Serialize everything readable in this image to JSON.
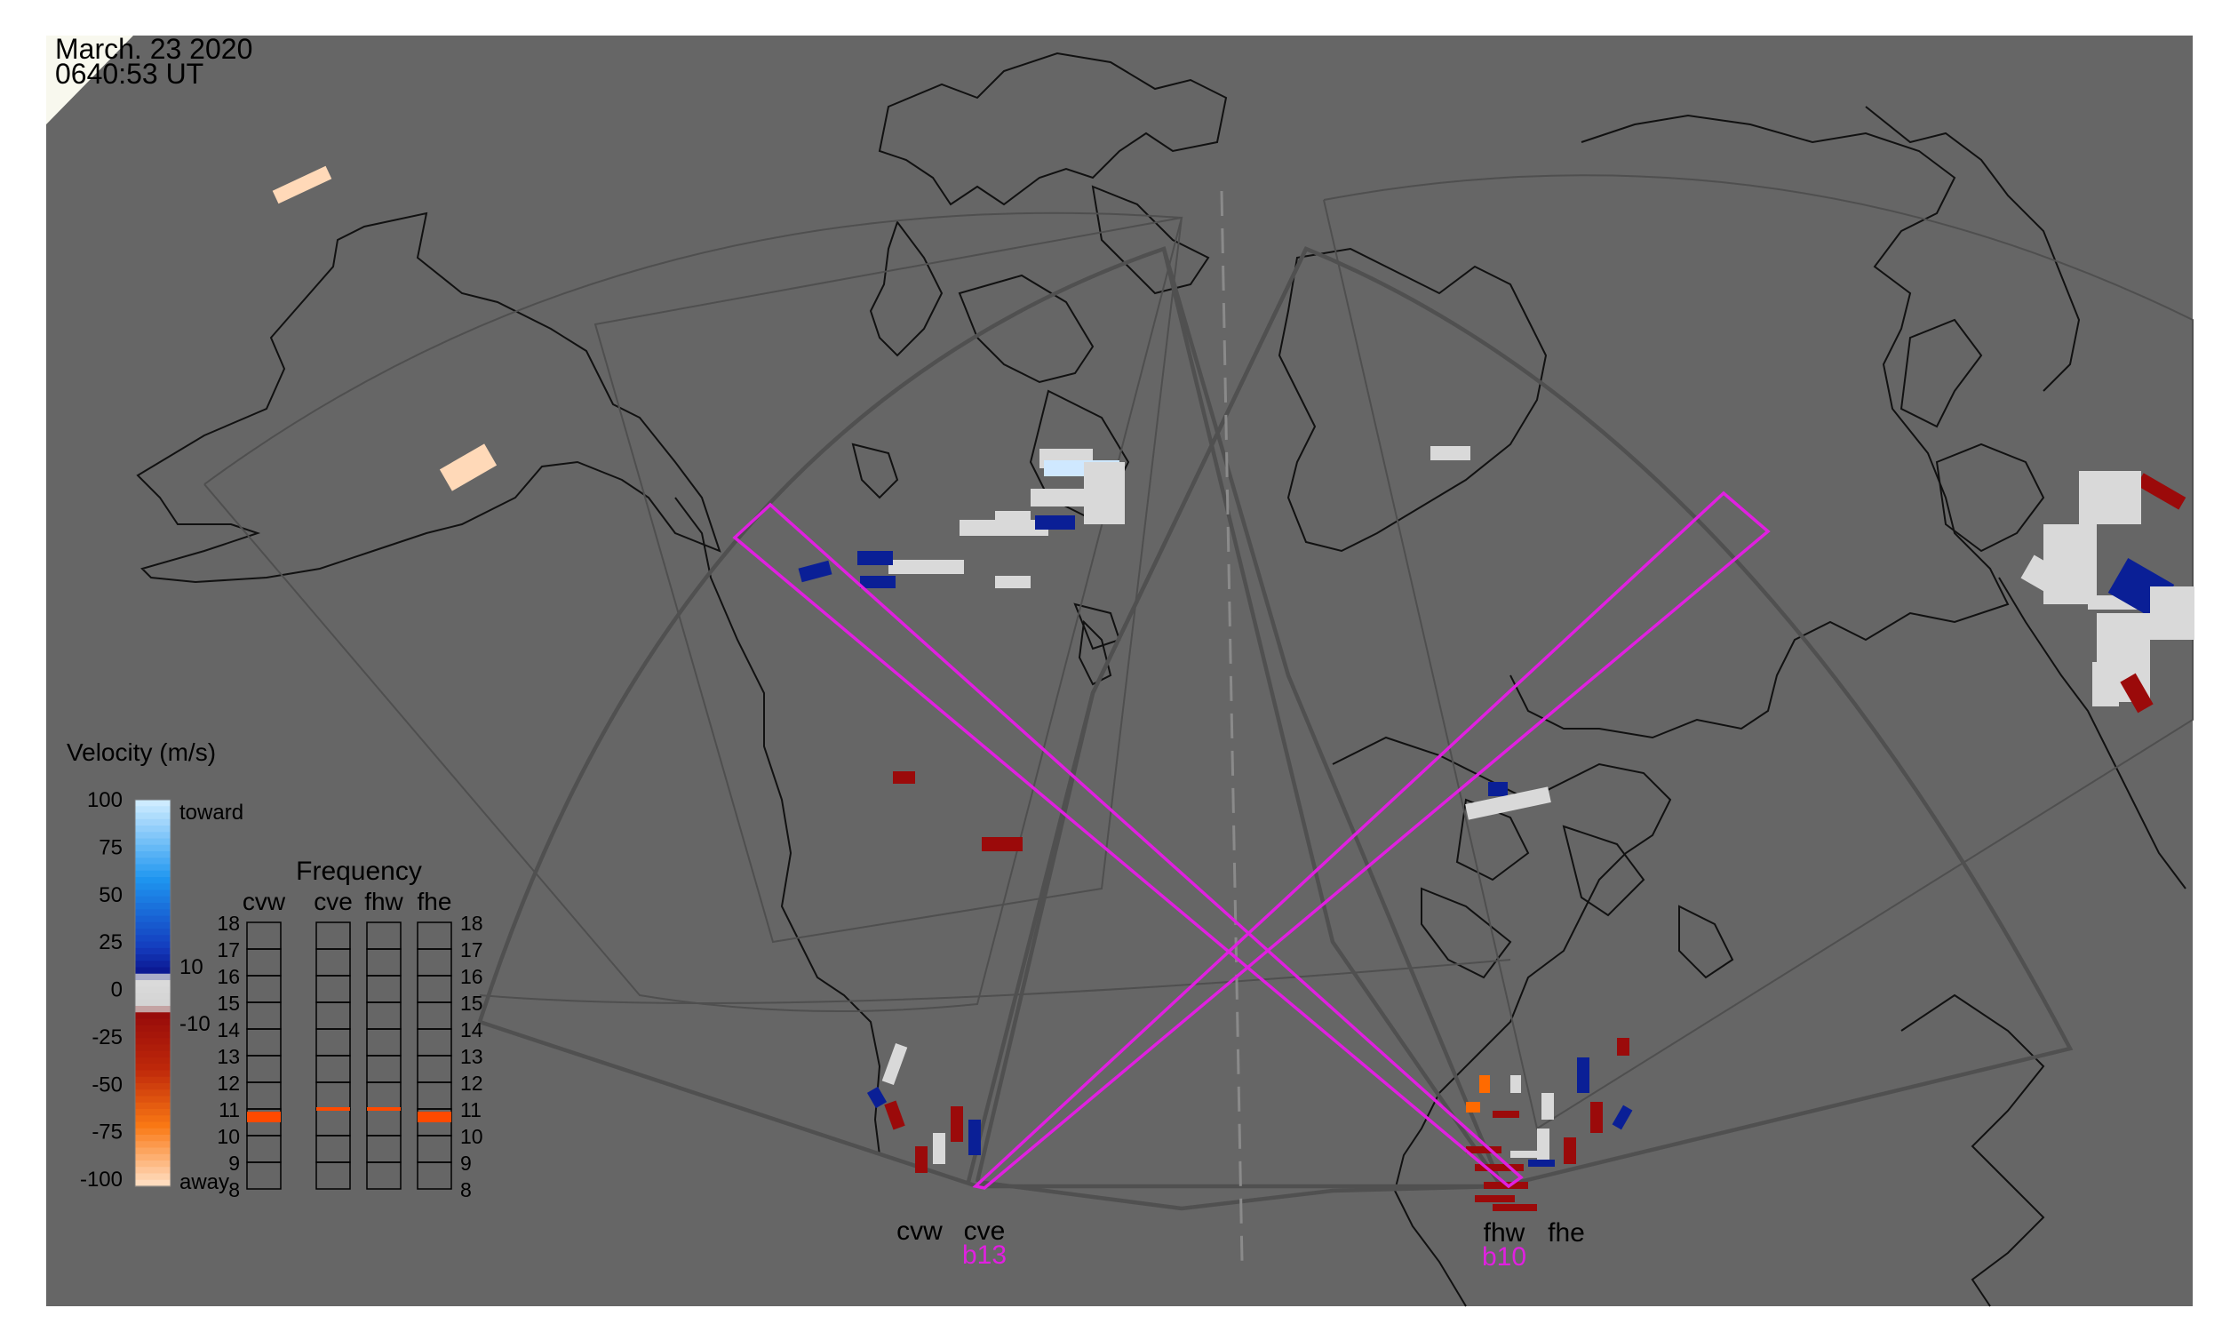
{
  "timestamp": {
    "date": "March. 23 2020",
    "time": "0640:53 UT"
  },
  "colors": {
    "background": "#666666",
    "coastline": "#111111",
    "fov_outline": "#4d4d4d",
    "beam_highlight": "#e020e0",
    "label_text": "#000000"
  },
  "velocity_legend": {
    "title": "Velocity (m/s)",
    "ticks": [
      "100",
      "75",
      "50",
      "25",
      "0",
      "-25",
      "-50",
      "-75",
      "-100"
    ],
    "toward_label": "toward",
    "away_label": "away",
    "threshold_pos": "10",
    "threshold_neg": "-10"
  },
  "frequency_panel": {
    "title": "Frequency",
    "radars": [
      "cvw",
      "cve",
      "fhw",
      "fhe"
    ],
    "freq_ticks": [
      "18",
      "17",
      "16",
      "15",
      "14",
      "13",
      "12",
      "11",
      "10",
      "9",
      "8"
    ],
    "frequencies_mhz": {
      "cvw": 10.7,
      "cve": 11.0,
      "fhw": 11.0,
      "fhe": 10.7
    }
  },
  "sites": [
    {
      "name": "cvw",
      "beam": ""
    },
    {
      "name": "cve",
      "beam": "b13"
    },
    {
      "name": "fhw",
      "beam": "b10"
    },
    {
      "name": "fhe",
      "beam": ""
    }
  ]
}
